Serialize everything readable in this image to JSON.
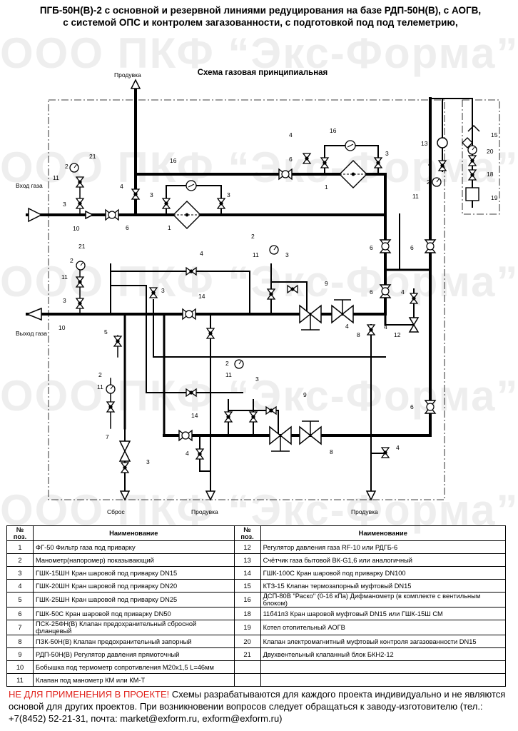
{
  "title": {
    "line1": "ПГБ-50Н(В)-2 с основной и резервной линиями редуцирования на базе РДП-50Н(В), с АОГВ,",
    "line2": "с системой ОПС и контролем загазованности, с подготовкой под под телеметрию,"
  },
  "watermark": "ООО ПКФ “Экс-Форма”",
  "diagram": {
    "caption": "Схема газовая принципиальная",
    "labels": {
      "inlet": "Вход газа",
      "outlet": "Выход газа",
      "purge_top": "Продувка",
      "purge_bottom_1": "Продувка",
      "purge_bottom_2": "Продувка",
      "discharge": "Сброс"
    },
    "callouts": [
      "21",
      "2",
      "11",
      "3",
      "10",
      "16",
      "3",
      "4",
      "3",
      "1",
      "6",
      "4",
      "16",
      "6",
      "3",
      "1",
      "13",
      "15",
      "20",
      "4",
      "18",
      "2",
      "11",
      "19",
      "21",
      "2",
      "11",
      "3",
      "4",
      "11",
      "3",
      "2",
      "3",
      "14",
      "9",
      "6",
      "6",
      "6",
      "4",
      "5",
      "12",
      "8",
      "4",
      "10",
      "2",
      "11",
      "3",
      "2",
      "11",
      "9",
      "6",
      "14",
      "7",
      "4",
      "3",
      "4",
      "8",
      "4"
    ]
  },
  "legend": {
    "header": {
      "num": "№ поз.",
      "name": "Наименование"
    },
    "left": [
      {
        "num": "1",
        "name": "ФГ-50 Фильтр газа под приварку"
      },
      {
        "num": "2",
        "name": "Манометр(напоромер) показывающий"
      },
      {
        "num": "3",
        "name": "ГШК-15ШН Кран шаровой под приварку DN15"
      },
      {
        "num": "4",
        "name": "ГШК-20ШН Кран шаровой под приварку DN20"
      },
      {
        "num": "5",
        "name": "ГШК-25ШН Кран шаровой под приварку DN25"
      },
      {
        "num": "6",
        "name": "ГШК-50С Кран шаровой под приварку DN50"
      },
      {
        "num": "7",
        "name": "ПСК-25ФН(В) Клапан предохранительный сбросной фланцевый"
      },
      {
        "num": "8",
        "name": "ПЗК-50Н(В) Клапан предохранительный запорный"
      },
      {
        "num": "9",
        "name": "РДП-50Н(В) Регулятор давления прямоточный"
      },
      {
        "num": "10",
        "name": "Бобышка под термометр сопротивления М20х1,5  L=46мм"
      },
      {
        "num": "11",
        "name": "Клапан под манометр КМ или КМ-Т"
      }
    ],
    "right": [
      {
        "num": "12",
        "name": "Регулятор давления газа RF-10 или РДГБ-6"
      },
      {
        "num": "13",
        "name": " Счётчик газа бытовой ВК-G1,6 или аналогичный"
      },
      {
        "num": "14",
        "name": "ГШК-100С Кран шаровой под приварку DN100"
      },
      {
        "num": "15",
        "name": "КТЗ-15 Клапан термозапорный муфтовый DN15"
      },
      {
        "num": "16",
        "name": "ДСП-80В \"Раско\" (0-16 кПа) Дифманометр (в комплекте с вентильным блоком)"
      },
      {
        "num": "18",
        "name": "11б41п3 Кран шаровой муфтовый DN15 или ГШК-15Ш СМ"
      },
      {
        "num": "19",
        "name": "Котел отопительный АОГВ"
      },
      {
        "num": "20",
        "name": "Клапан электромагнитный муфтовый контроля загазованности DN15"
      },
      {
        "num": "21",
        "name": "Двухвентельный клапанный блок БКН2-12"
      },
      {
        "num": "",
        "name": ""
      },
      {
        "num": "",
        "name": ""
      }
    ]
  },
  "footer": {
    "warning": "НЕ ДЛЯ ПРИМЕНЕНИЯ В ПРОЕКТЕ!",
    "text": " Схемы разрабатываются для каждого проекта индивидуально и не являются основой для других проектов. При возникновении вопросов следует обращаться к заводу-изготовителю (тел.: +7(8452) 52-21-31, почта: market@exform.ru, exform@exform.ru)"
  }
}
